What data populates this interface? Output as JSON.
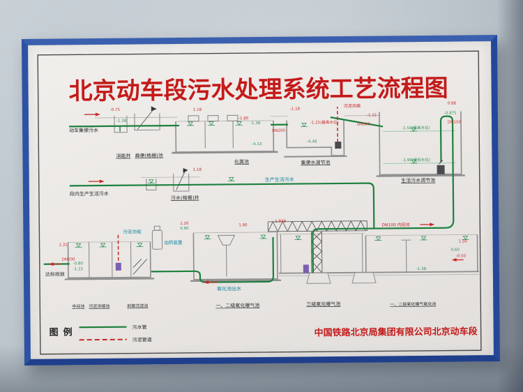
{
  "title": "北京动车段污水处理系统工艺流程图",
  "company": "中国铁路北京局集团有限公司北京动车段",
  "legend": {
    "heading": "图例",
    "sewage_pipe": "污水管",
    "sludge_pipe": "污泥管道"
  },
  "flows": {
    "emu_sewage": "动车集便污水",
    "depot_wastewater": "段内生产生活污水",
    "prod_domestic_label": "生产生活污水",
    "oxidation_outlet": "氧化池出水",
    "discharge": "达标排放",
    "internal_reflux": "DN100 内回流",
    "dosing_device": "加药装置",
    "sludge_thicken_upper": "污泥浓缩",
    "sludge_thicken_lower": "污泥浓缩"
  },
  "tanks": {
    "energy_well": "消能井",
    "fecal_grid": "粪便(格栅)池",
    "septic": "化粪池",
    "sewage_regulating": "集便水调节池",
    "domestic_regulating": "生活污水调节池",
    "sewage_grid_well": "污水(格栅)井",
    "intermediate": "中间池",
    "sludge_thickening": "污泥浓缩池",
    "inclined_settler": "斜管沉淀池",
    "aeration12": "一、二级氧化曝气池",
    "aeration3": "三级氧化曝气池",
    "aeration12ox": "一、二级氧化曝气氧化池"
  },
  "nums_red": {
    "n1": "-0.75",
    "n2": "1.18",
    "n3": "-1.80",
    "n4": "-1.18",
    "n5": "DN200",
    "n6": "-1.25(最高水位)",
    "n7": "-1.15",
    "n8": "DN300",
    "n9": "0.88",
    "n10": "DN150",
    "n11": "1.18",
    "n12": "1.20",
    "n13": "1.90",
    "n14": "1.938",
    "n15": "1.50",
    "n16": "-0.50",
    "n17": "DN200",
    "n18": "1.31"
  },
  "nums_green": {
    "m1": "-1.38",
    "m2": "-1.38",
    "m3": "-4.13",
    "m4": "-4.48",
    "m5": "-0.875",
    "m6": "-1.50(最高水位)",
    "m7": "-1.90(最低水位)",
    "m8": "0.90",
    "m9": "-0.80",
    "m10": "-1.15",
    "m11": "0.60",
    "m12": "-1.38"
  },
  "colors": {
    "frame_blue": "#2a4f9f",
    "title_red": "#c41a1a",
    "pipe_green": "#1c7f3e",
    "sludge_red": "#c62828",
    "teal_label": "#1486a0"
  }
}
